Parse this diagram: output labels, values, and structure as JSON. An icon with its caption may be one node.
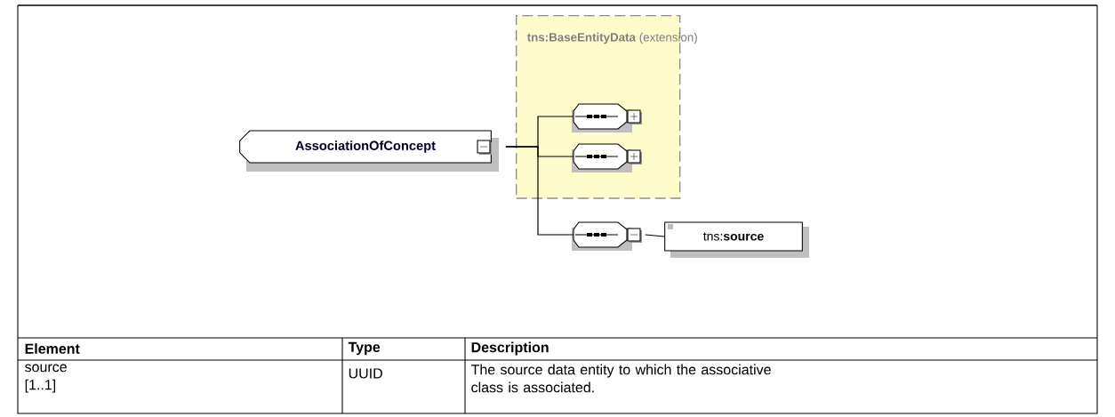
{
  "diagram": {
    "nodes": [
      {
        "text": [
          "AssociationOfConcept"
        ]
      },
      {
        "text": [
          "**tns:BaseEntityData** (extension)"
        ]
      },
      {
        "text": [],
        "shape": "octagon",
        "in": 1
      },
      {
        "text": [],
        "shape": "octagon",
        "in": 1
      },
      {
        "text": [],
        "shape": "octagon"
      },
      {
        "text": [
          "tns:**source**"
        ]
      }
    ],
    "edges": [
      {
        "from": 0,
        "to": 2,
        "arrow": "none"
      },
      {
        "from": 0,
        "to": 3,
        "arrow": "none"
      },
      {
        "from": 0,
        "to": 4,
        "arrow": "none"
      },
      {
        "from": 4,
        "to": 5,
        "arrow": "none"
      }
    ],
    "labels": [
      "Element",
      "Type",
      "Description",
      "source [1..1]",
      "UUID",
      "The source data entity to which the associative class is associated."
    ]
  }
}
